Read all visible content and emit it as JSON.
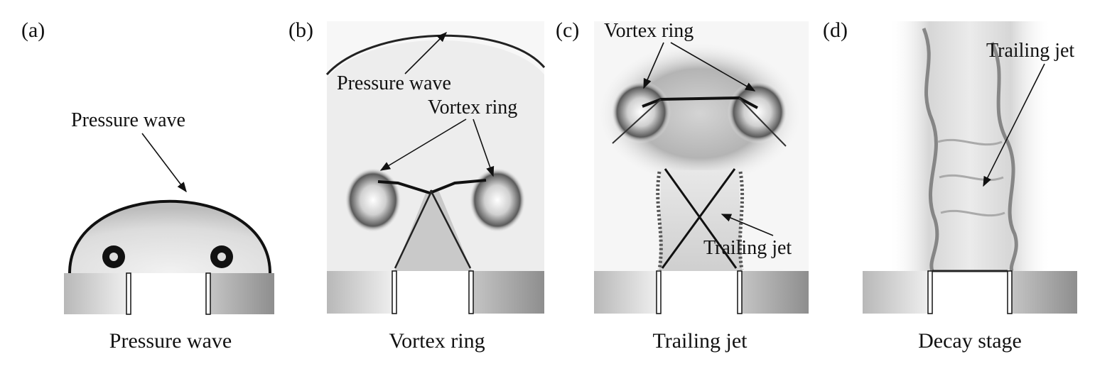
{
  "panels": [
    {
      "id": "a",
      "label": "(a)",
      "caption": "Pressure wave",
      "annotations": [
        "Pressure wave"
      ]
    },
    {
      "id": "b",
      "label": "(b)",
      "caption": "Vortex ring",
      "annotations": [
        "Pressure wave",
        "Vortex ring"
      ]
    },
    {
      "id": "c",
      "label": "(c)",
      "caption": "Trailing jet",
      "annotations": [
        "Vortex ring",
        "Trailing jet"
      ]
    },
    {
      "id": "d",
      "label": "(d)",
      "caption": "Decay stage",
      "annotations": [
        "Trailing jet"
      ]
    }
  ]
}
